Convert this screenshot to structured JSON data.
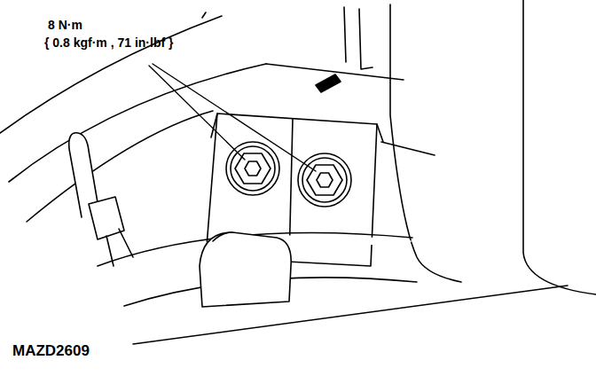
{
  "diagram": {
    "labels": [
      "8 N·m",
      "{ 0.8 kgf·m , 71 in·lbf }",
      "MAZD2609"
    ]
  }
}
